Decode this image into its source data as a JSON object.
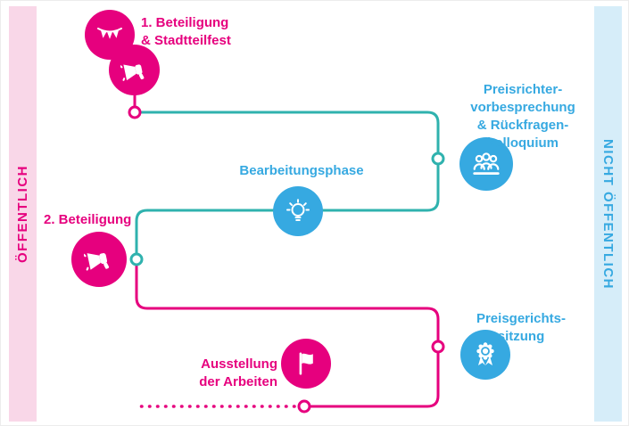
{
  "bands": {
    "left": {
      "label": "ÖFFENTLICH"
    },
    "right": {
      "label": "NICHT ÖFFENTLICH"
    }
  },
  "nodes": {
    "beteiligung1": {
      "label": "1. Beteiligung\n& Stadtteilfest",
      "icons": [
        "bunting-icon",
        "megaphone-icon"
      ],
      "phase": "public"
    },
    "preisrichter": {
      "label": "Preisrichter-\nvorbesprechung\n& Rückfragen-\nkolloquium",
      "icons": [
        "jury-people-icon"
      ],
      "phase": "non-public"
    },
    "bearbeitung": {
      "label": "Bearbeitungsphase",
      "icons": [
        "lightbulb-icon"
      ],
      "phase": "non-public"
    },
    "beteiligung2": {
      "label": "2. Beteiligung",
      "icons": [
        "megaphone-icon"
      ],
      "phase": "public"
    },
    "preisgericht": {
      "label": "Preisgerichts-\nsitzung",
      "icons": [
        "award-rosette-icon"
      ],
      "phase": "non-public"
    },
    "ausstellung": {
      "label": "Ausstellung\nder Arbeiten",
      "icons": [
        "flag-icon"
      ],
      "phase": "public"
    }
  },
  "colors": {
    "public_pink": "#e6007e",
    "non_public_blue": "#36a9e1",
    "connector_teal": "#2fb2ae",
    "band_pink_bg": "#f9d7e8",
    "band_blue_bg": "#d6edf9"
  }
}
